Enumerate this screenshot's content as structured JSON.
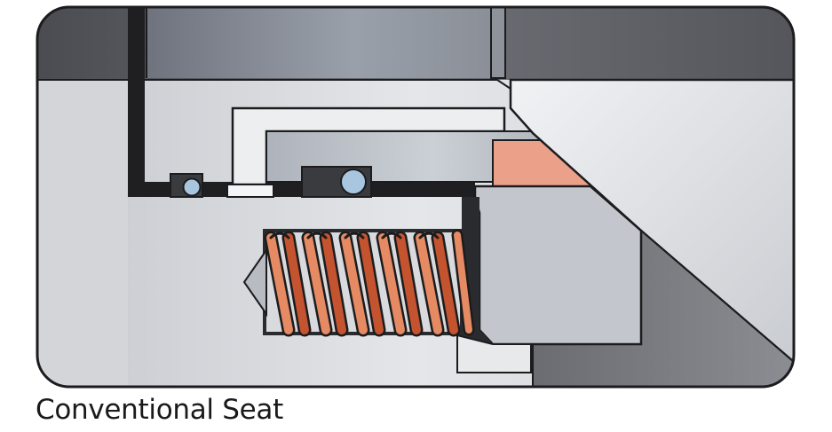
{
  "caption": "Conventional Seat",
  "colors": {
    "outline": "#1c1c1e",
    "shaft_dark": "#5a5b60",
    "housing_light": "#d4d6da",
    "rotating_ring": "#b9bec6",
    "stationary_seat": "#dcdee2",
    "seat_face": "#eaa089",
    "spring_orange": "#e07a50",
    "spring_dark": "#c4532f",
    "o_ring_blue": "#a9c6e0",
    "o_ring_groove": "#3a3b3f"
  },
  "parts": [
    {
      "name": "shaft",
      "icon": "shaft-shape"
    },
    {
      "name": "housing",
      "icon": "housing-shape"
    },
    {
      "name": "gland-plate",
      "icon": "gland-shape"
    },
    {
      "name": "stationary-seat",
      "icon": "seat-shape"
    },
    {
      "name": "seat-face",
      "icon": "carbon-face-shape"
    },
    {
      "name": "rotating-face",
      "icon": "rotating-face-shape"
    },
    {
      "name": "spring",
      "icon": "coil-spring-shape"
    },
    {
      "name": "o-ring",
      "icon": "o-ring-icon"
    }
  ]
}
